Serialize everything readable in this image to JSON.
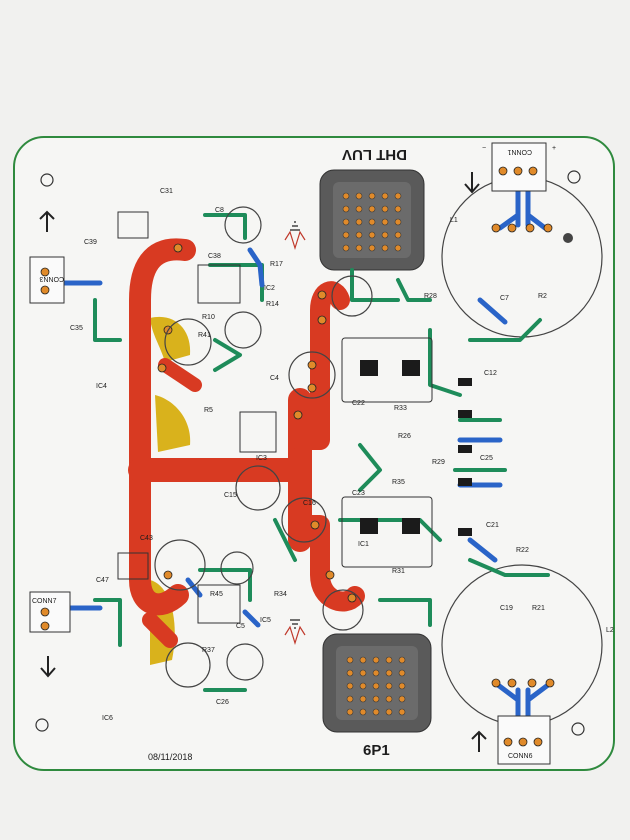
{
  "board": {
    "title_top": "DHT LUV",
    "title_bottom": "6P1",
    "date": "08/11/2018"
  },
  "connectors": {
    "conn1": "CONN1",
    "conn3": "CONN3",
    "conn6": "CONN6",
    "conn7": "CONN7"
  },
  "inductors": {
    "l1": "L1",
    "l2": "L2"
  },
  "labels": {
    "ic1": "IC1",
    "ic2": "IC2",
    "ic3": "IC3",
    "ic4": "IC4",
    "ic5": "IC5",
    "ic6": "IC6",
    "c4": "C4",
    "c5": "C5",
    "c7": "C7",
    "c8": "C8",
    "c12": "C12",
    "c15": "C15",
    "c16": "C16",
    "c19": "C19",
    "c21": "C21",
    "c22": "C22",
    "c23": "C23",
    "c25": "C25",
    "c26": "C26",
    "c31": "C31",
    "c35": "C35",
    "c38": "C38",
    "c39": "C39",
    "c43": "C43",
    "c47": "C47",
    "r2": "R2",
    "r5": "R5",
    "r10": "R10",
    "r14": "R14",
    "r17": "R17",
    "r21": "R21",
    "r22": "R22",
    "r26": "R26",
    "r28": "R28",
    "r29": "R29",
    "r31": "R31",
    "r33": "R33",
    "r34": "R34",
    "r35": "R35",
    "r37": "R37",
    "r41": "R41",
    "r45": "R45"
  },
  "colors": {
    "board_outline": "#2f8a3e",
    "paper": "#f4f4f2",
    "top_copper_trace": "#1e8c5a",
    "bottom_copper_trace": "#2a64c8",
    "high_current_trace": "#d83a22",
    "ground_area": "#d9b21c",
    "tube_socket": "#5a5a5a",
    "pad": "#e08a2a"
  },
  "icons": {
    "arrow_up": "arrow-up-icon",
    "arrow_down": "arrow-down-icon",
    "resistor_symbol": "resistor-icon",
    "ground_symbol": "ground-icon"
  }
}
